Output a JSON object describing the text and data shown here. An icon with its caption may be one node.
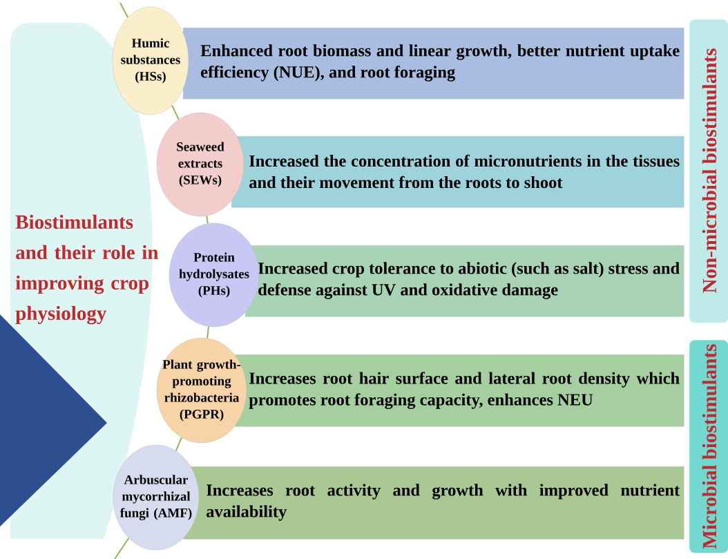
{
  "diagram": {
    "nodes": [
      {
        "text": [
          "Biostimulants and their role in improving crop physiology"
        ]
      },
      {
        "text": [
          "Humic substances (HSs)"
        ]
      },
      {
        "text": [
          "Seaweed extracts (SEWs)"
        ]
      },
      {
        "text": [
          "Protein hydrolysates (PHs)"
        ]
      },
      {
        "text": [
          "Plant growth-promoting rhizobacteria (PGPR)"
        ]
      },
      {
        "text": [
          "Arbuscular mycorrhizal fungi (AMF)"
        ]
      },
      {
        "text": [
          "Enhanced root biomass and linear growth, better nutrient uptake efficiency (NUE), and root foraging"
        ]
      },
      {
        "text": [
          "Increased the concentration of micronutrients in the tissues and their movement from the roots to shoot"
        ]
      },
      {
        "text": [
          "Increased crop tolerance to abiotic (such as salt) stress and defense against UV and oxidative damage"
        ]
      },
      {
        "text": [
          "Increases root hair surface and lateral root density which promotes root foraging capacity, enhances NEU"
        ]
      },
      {
        "text": [
          "Increases root activity and growth with improved nutrient availability"
        ]
      },
      {
        "text": [
          "Non-microbial biostimulants"
        ]
      },
      {
        "text": [
          "Microbial biostimulants"
        ]
      }
    ],
    "edges": [
      {
        "from": null,
        "to": 1,
        "arrow": "none"
      },
      {
        "from": 1,
        "to": 2,
        "arrow": "none"
      },
      {
        "from": 2,
        "to": 3,
        "arrow": "none"
      },
      {
        "from": 3,
        "to": 4,
        "arrow": "none"
      },
      {
        "from": 4,
        "to": 5,
        "arrow": "none"
      },
      {
        "from": 5,
        "to": null,
        "arrow": "none"
      }
    ]
  }
}
